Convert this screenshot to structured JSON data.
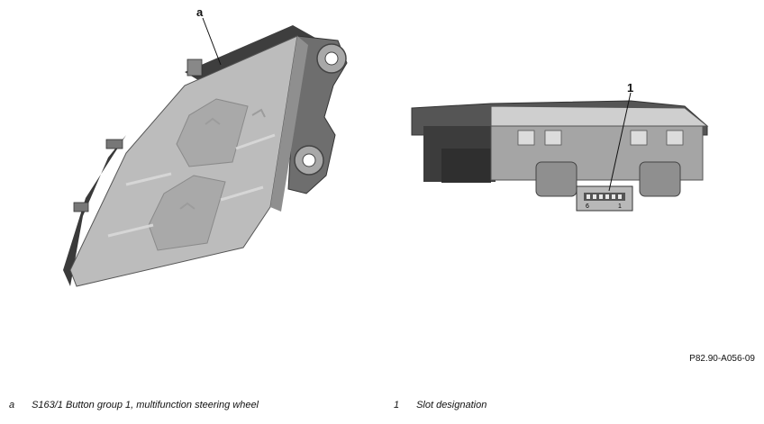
{
  "figure": {
    "reference_id": "P82.90-A056-09",
    "callouts": [
      {
        "key": "a"
      },
      {
        "key": "1"
      }
    ],
    "connector_pin_labels": [
      "6",
      "1"
    ]
  },
  "legend": [
    {
      "key": "a",
      "text": "S163/1 Button group 1, multifunction steering wheel"
    },
    {
      "key": "1",
      "text": "Slot designation"
    }
  ],
  "colors": {
    "housing_light": "#bcbcbc",
    "housing_mid": "#9a9a9a",
    "housing_dark": "#4a4a4a",
    "line": "#111111"
  }
}
